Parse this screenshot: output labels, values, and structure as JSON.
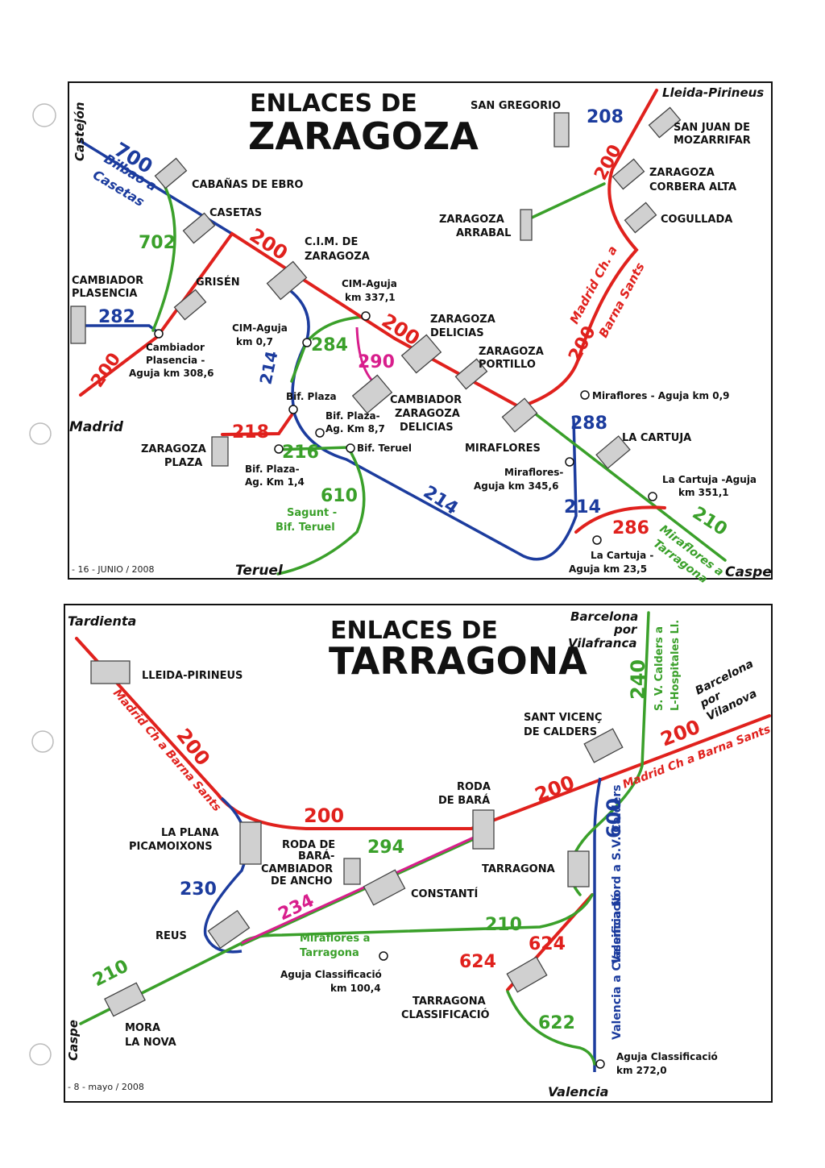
{
  "colors": {
    "red": "#e0211d",
    "blue": "#1c3c9e",
    "green": "#3aa02a",
    "magenta": "#d81e8c",
    "frame": "#111111",
    "station": "#d0d0d0"
  },
  "zaragoza": {
    "title_line1": "ENLACES DE",
    "title_line2": "ZARAGOZA",
    "footer": "- 16 - JUNIO / 2008",
    "route_numbers": {
      "r700": "700",
      "r702": "702",
      "r282": "282",
      "r200_left": "200",
      "r200_mid": "200",
      "r200_top": "200",
      "r200_delicias": "200",
      "r200_right": "200",
      "r208": "208",
      "r284": "284",
      "r290": "290",
      "r214_a": "214",
      "r214_b": "214",
      "r214_c": "214",
      "r218": "218",
      "r216": "216",
      "r610": "610",
      "r288": "288",
      "r286": "286",
      "r210": "210"
    },
    "line_labels": {
      "castejon": "Castejón",
      "bilbao_1": "Bilbao a",
      "bilbao_2": "Casetas",
      "madrid": "Madrid",
      "lleida": "Lleida-Pirineus",
      "madrid_barna_1": "Madrid Ch. a",
      "madrid_barna_2": "Barna Sants",
      "teruel": "Teruel",
      "caspe": "Caspe",
      "miraflores_1": "Miraflores a",
      "miraflores_2": "Tarragona",
      "sagunt_1": "Sagunt -",
      "sagunt_2": "Bif. Teruel"
    },
    "stations": {
      "cabanas": "CABAÑAS DE EBRO",
      "casetas": "CASETAS",
      "grisen": "GRISÉN",
      "cambiador_1": "CAMBIADOR",
      "cambiador_2": "PLASENCIA",
      "cim_1": "C.I.M. DE",
      "cim_2": "ZARAGOZA",
      "san_gregorio": "SAN GREGORIO",
      "san_juan_1": "SAN JUAN DE",
      "san_juan_2": "MOZARRIFAR",
      "corbera_1": "ZARAGOZA",
      "corbera_2": "CORBERA ALTA",
      "cogullada": "COGULLADA",
      "arrabal_1": "ZARAGOZA",
      "arrabal_2": "ARRABAL",
      "delicias_1": "ZARAGOZA",
      "delicias_2": "DELICIAS",
      "portillo_1": "ZARAGOZA",
      "portillo_2": "PORTILLO",
      "cambdel_1": "CAMBIADOR",
      "cambdel_2": "ZARAGOZA",
      "cambdel_3": "DELICIAS",
      "plaza_1": "ZARAGOZA",
      "plaza_2": "PLAZA",
      "miraflores": "MIRAFLORES",
      "cartuja": "LA CARTUJA"
    },
    "junctions": {
      "cambplas_1": "Cambiador",
      "cambplas_2": "Plasencia -",
      "cambplas_3": "Aguja km 308,6",
      "cimaguja_a1": "CIM-Aguja",
      "cimaguja_a2": "km 337,1",
      "cimaguja_b1": "CIM-Aguja",
      "cimaguja_b2": "km 0,7",
      "bifplaza": "Bif. Plaza",
      "bifplaza_ag_1": "Bif. Plaza-",
      "bifplaza_ag_2": "Ag. Km 8,7",
      "bifteruel": "Bif. Teruel",
      "bifplaza_14_1": "Bif. Plaza-",
      "bifplaza_14_2": "Ag. Km 1,4",
      "miraf_aguja": "Miraflores - Aguja km 0,9",
      "miraf345_1": "Miraflores-",
      "miraf345_2": "Aguja km 345,6",
      "cartuja351_1": "La Cartuja -Aguja",
      "cartuja351_2": "km 351,1",
      "cartuja235_1": "La Cartuja -",
      "cartuja235_2": "Aguja km 23,5"
    }
  },
  "tarragona": {
    "title_line1": "ENLACES DE",
    "title_line2": "TARRAGONA",
    "footer": "- 8 - mayo / 2008",
    "route_numbers": {
      "r200_diag": "200",
      "r200_mid": "200",
      "r200_right": "200",
      "r200_top": "200",
      "r230": "230",
      "r234": "234",
      "r294": "294",
      "r210_left": "210",
      "r210_mid": "210",
      "r624_a": "624",
      "r624_b": "624",
      "r622": "622",
      "r600": "600",
      "r240": "240"
    },
    "line_labels": {
      "tardienta": "Tardienta",
      "madrid_barna_left": "Madrid Ch a Barna Sants",
      "madrid_barna_right": "Madrid Ch a Barna Sants",
      "bcn_vila_1": "Barcelona",
      "bcn_vila_2": "por",
      "bcn_vila_3": "Vilafranca",
      "svcalders_1": "S. V. Calders a",
      "svcalders_2": "L-Hospitales Ll.",
      "bcn_vilanova_1": "Barcelona",
      "bcn_vilanova_2": "por",
      "bcn_vilanova_3": "Vilanova",
      "valencia_nord": "Valencia Nord a S.V. Calders",
      "valencia_class": "Valencia a Classificació",
      "miraflores_1": "Miraflores a",
      "miraflores_2": "Tarragona",
      "caspe": "Caspe",
      "valencia": "Valencia"
    },
    "stations": {
      "lleida": "LLEIDA-PIRINEUS",
      "sant_vicenc_1": "SANT VICENÇ",
      "sant_vicenc_2": "DE CALDERS",
      "roda_1": "RODA",
      "roda_2": "DE BARÁ",
      "plana_1": "LA PLANA",
      "plana_2": "PICAMOIXONS",
      "rodacamb_1": "RODA DE",
      "rodacamb_2": "BARÁ-",
      "rodacamb_3": "CAMBIADOR",
      "rodacamb_4": "DE ANCHO",
      "tarragona": "TARRAGONA",
      "constanti": "CONSTANTÍ",
      "reus": "REUS",
      "class_1": "TARRAGONA",
      "class_2": "CLASSIFICACIÓ",
      "mora_1": "MORA",
      "mora_2": "LA NOVA"
    },
    "junctions": {
      "aguja100_1": "Aguja Classificació",
      "aguja100_2": "km 100,4",
      "aguja272_1": "Aguja Classificació",
      "aguja272_2": "km 272,0"
    }
  }
}
